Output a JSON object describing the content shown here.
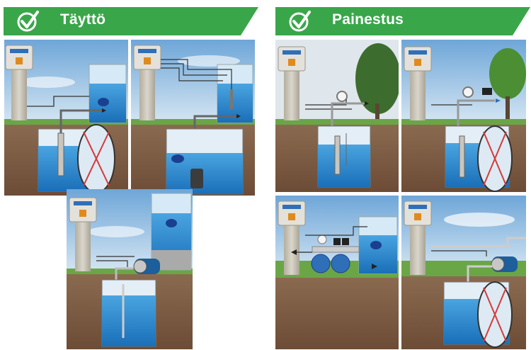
{
  "banners": {
    "left": {
      "title": "Täyttö",
      "icon": "check-circle-icon",
      "color": "#3aa64a"
    },
    "right": {
      "title": "Painestus",
      "icon": "check-circle-icon",
      "color": "#3aa64a"
    }
  },
  "diagrams": {
    "fill": [
      {
        "name": "fill-submersible-pump-to-tank",
        "pump": "submersible",
        "target": "elevated tank with float switch",
        "crossed_tank": true
      },
      {
        "name": "fill-drainage-pump-to-tank",
        "pump": "drainage",
        "target": "elevated tank",
        "crossed_tank": false
      },
      {
        "name": "fill-tank-surface-pump",
        "pump": "surface",
        "target": "tank with float switch",
        "crossed_tank": false
      }
    ],
    "pressure": [
      {
        "name": "pressure-submersible-with-gauge",
        "pump": "submersible",
        "gauge": true,
        "crossed_tank": false
      },
      {
        "name": "pressure-submersible-crossed-tank",
        "pump": "submersible",
        "gauge": true,
        "crossed_tank": true
      },
      {
        "name": "pressure-booster-set-from-tank",
        "pump": "twin booster set",
        "gauge": true,
        "crossed_tank": false
      },
      {
        "name": "pressure-surface-pump-crossed-tank",
        "pump": "surface",
        "gauge": false,
        "crossed_tank": true
      }
    ]
  },
  "colors": {
    "banner_green": "#3aa64a",
    "ground": "#7b5a43",
    "water": "#2f8ed3",
    "sky": "#9cc3e6",
    "grass": "#6aa646",
    "column": "#c9c4b6",
    "cross": "#d63a3a"
  }
}
